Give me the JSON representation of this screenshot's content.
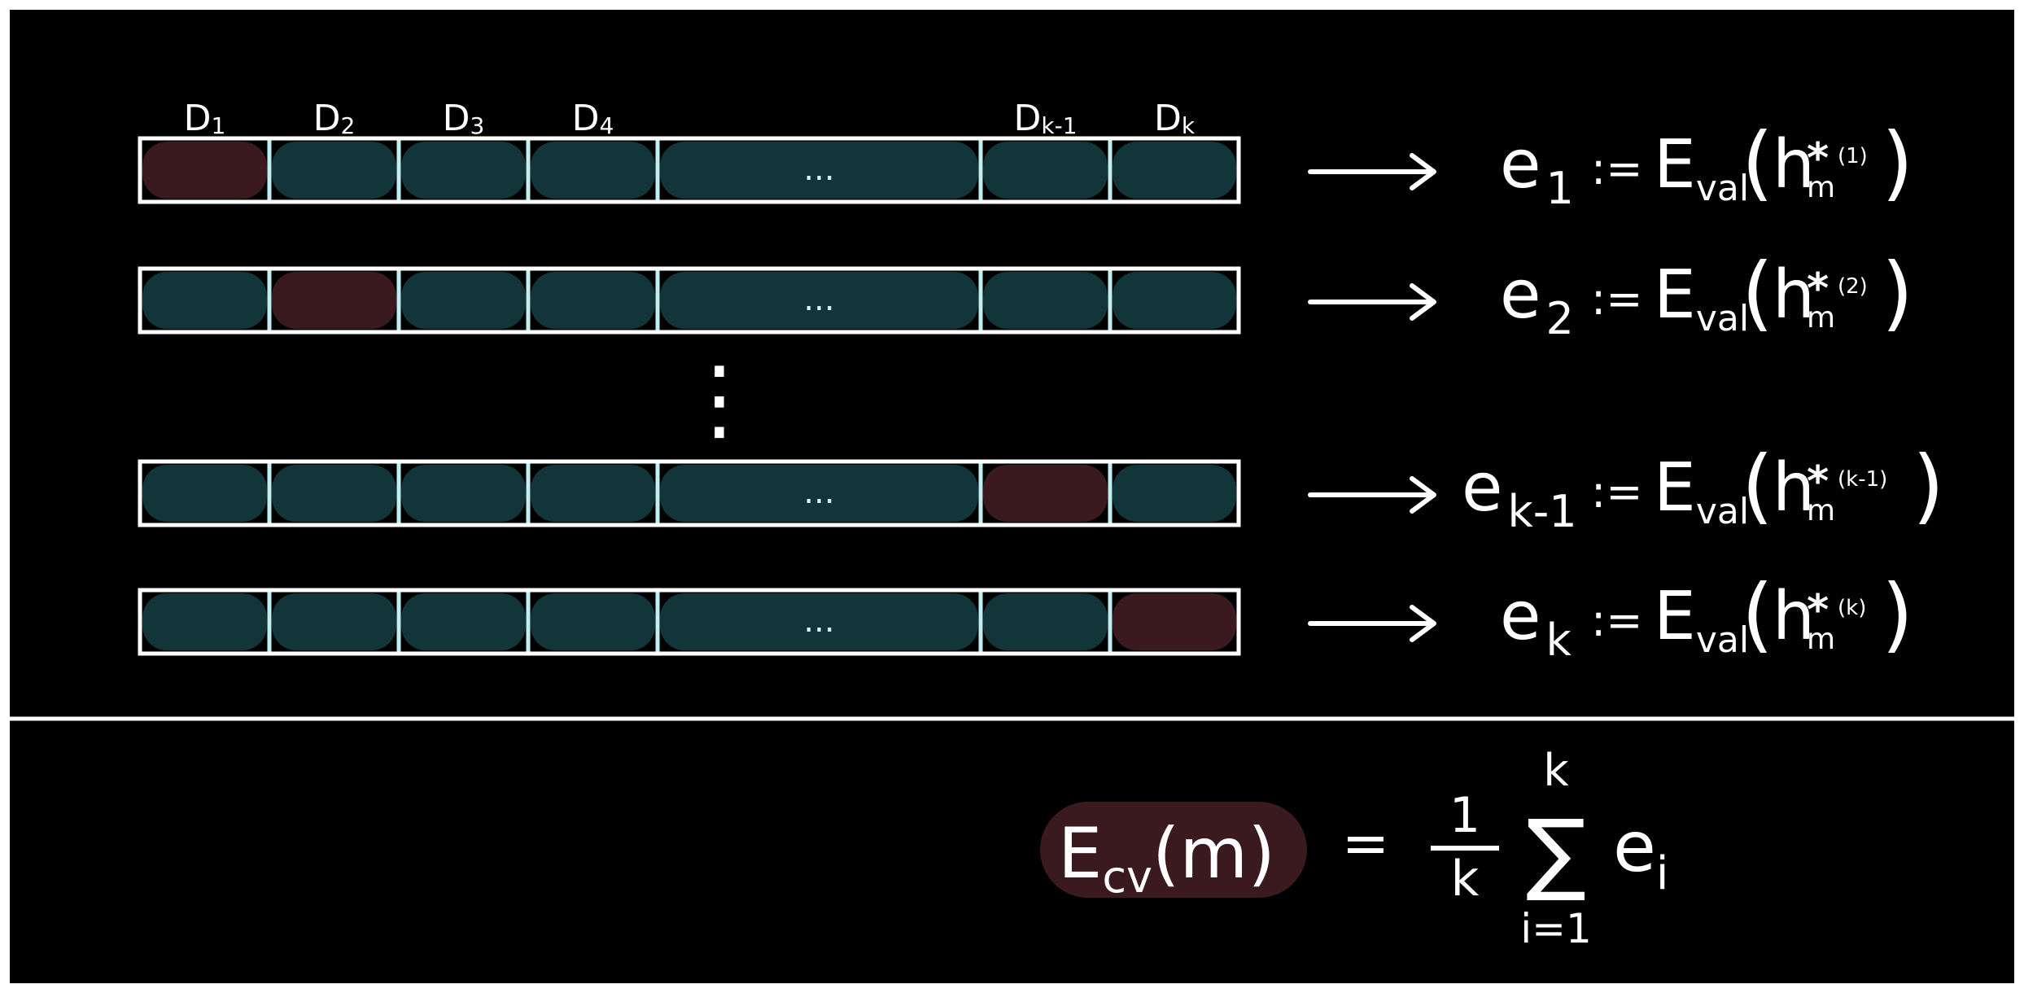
{
  "colors": {
    "background": "#000000",
    "frame": "#ffffff",
    "train_fold": "#12353a",
    "validation_fold": "#3a1a1e",
    "cell_divider": "#bfeff3",
    "strip_outline": "#ffffff",
    "text": "#ffffff"
  },
  "fold_labels": [
    {
      "main": "D",
      "sub": "1"
    },
    {
      "main": "D",
      "sub": "2"
    },
    {
      "main": "D",
      "sub": "3"
    },
    {
      "main": "D",
      "sub": "4"
    },
    {
      "main": "D",
      "sub": "k-1"
    },
    {
      "main": "D",
      "sub": "k"
    }
  ],
  "cell_ellipsis": "...",
  "vertical_ellipsis": "⋮",
  "rows": [
    {
      "validation_cell": 0,
      "e_sub": "1",
      "h_index": "(1)"
    },
    {
      "validation_cell": 1,
      "e_sub": "2",
      "h_index": "(2)"
    },
    {
      "validation_cell": 5,
      "e_sub": "k-1",
      "h_index": "(k-1)"
    },
    {
      "validation_cell": 6,
      "e_sub": "k",
      "h_index": "(k)"
    }
  ],
  "equation": {
    "e": "e",
    "assign": ":=",
    "E": "E",
    "val": "val",
    "h": "h",
    "m": "m",
    "star": "*"
  },
  "formula": {
    "lhs_E": "E",
    "lhs_sub": "cv",
    "lhs_arg": "(m)",
    "equals": "=",
    "numerator": "1",
    "denominator": "k",
    "sum_symbol": "∑",
    "sum_upper": "k",
    "sum_lower": "i=1",
    "term": "e",
    "term_sub": "i"
  }
}
